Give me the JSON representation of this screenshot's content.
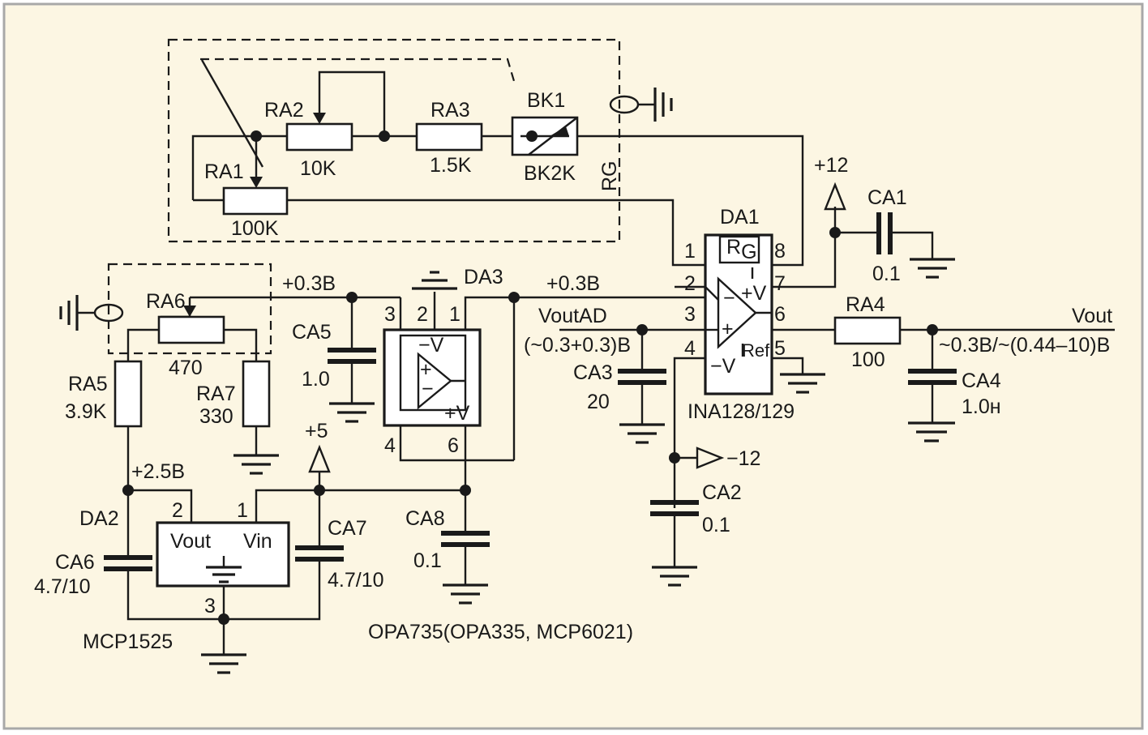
{
  "colors": {
    "background": "#fcf6e3",
    "frame": "#a8a8a8",
    "ink": "#1a1a1a"
  },
  "labels": {
    "ra2": "RA2",
    "ra2_val": "10K",
    "ra3": "RA3",
    "ra3_val": "1.5K",
    "bk1": "BK1",
    "bk2k": "BK2K",
    "ra1": "RA1",
    "ra1_val": "100K",
    "rg": "RG",
    "plus12": "+12",
    "ca1": "CA1",
    "ca1_val": "0.1",
    "da1": "DA1",
    "rg_pin_main": "R",
    "rg_pin_sub": "G",
    "pin1": "1",
    "pin8": "8",
    "pin2": "2",
    "pin7": "7",
    "pin3": "3",
    "pin6": "6",
    "pin4": "4",
    "pin5": "5",
    "plus_v": "+V",
    "minus_v": "−V",
    "ref": "Ref",
    "ina": "INA128/129",
    "ra4": "RA4",
    "ra4_val": "100",
    "vout": "Vout",
    "vout_range": "~0.3B/~(0.44–10)B",
    "ca4": "CA4",
    "ca4_val": "1.0н",
    "voutad": "VoutAD",
    "voutad_range": "(~0.3+0.3)B",
    "ca3": "CA3",
    "ca3_val": "20",
    "minus12": "−12",
    "ca2": "CA2",
    "ca2_val": "0.1",
    "plus03_left": "+0.3B",
    "plus03_right": "+0.3B",
    "da3": "DA3",
    "da3_pin3": "3",
    "da3_pin2": "2",
    "da3_pin1": "1",
    "da3_pin4": "4",
    "da3_pin6": "6",
    "ca5": "CA5",
    "ca5_val": "1.0",
    "ca8": "CA8",
    "ca8_val": "0.1",
    "opa": "OPA735(OPA335, MCP6021)",
    "ra6": "RA6",
    "ra6_val": "470",
    "ra5": "RA5",
    "ra5_val": "3.9K",
    "ra7": "RA7",
    "ra7_val": "330",
    "plus25": "+2.5B",
    "plus5": "+5",
    "da2": "DA2",
    "da2_pin2": "2",
    "da2_pin1": "1",
    "da2_pin3": "3",
    "da2_vout": "Vout",
    "da2_vin": "Vin",
    "ca6": "CA6",
    "ca6_val": "4.7/10",
    "ca7": "CA7",
    "ca7_val": "4.7/10",
    "mcp": "MCP1525"
  }
}
